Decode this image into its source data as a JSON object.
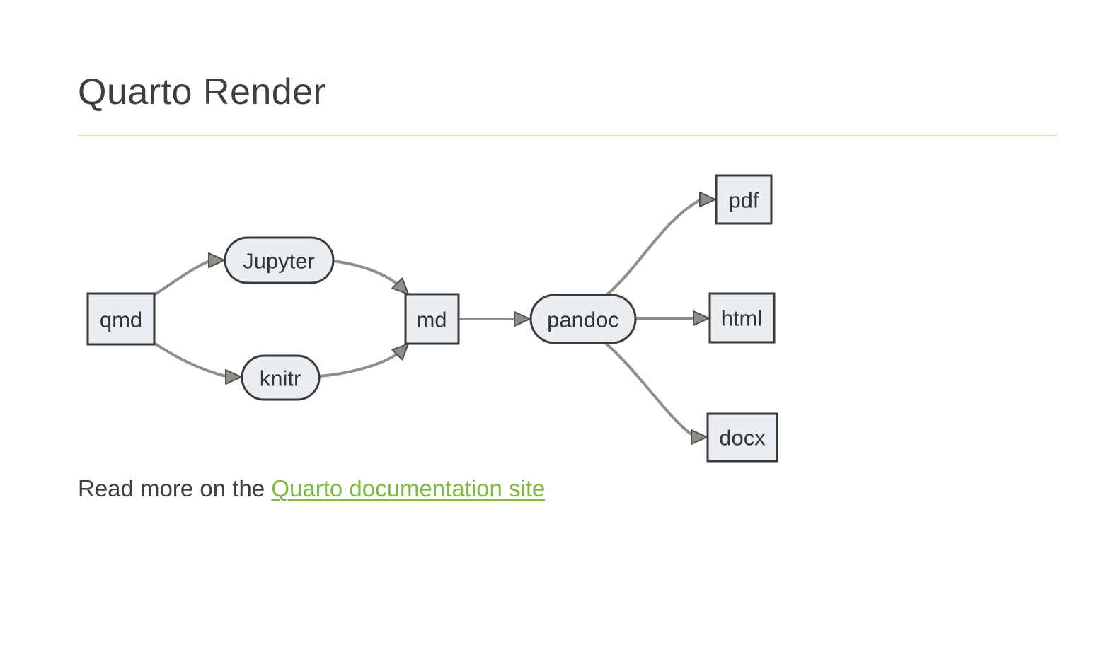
{
  "page": {
    "title": "Quarto Render"
  },
  "diagram": {
    "type": "flowchart",
    "direction": "left-to-right",
    "nodes": [
      {
        "id": "qmd",
        "label": "qmd",
        "shape": "rect"
      },
      {
        "id": "jupyter",
        "label": "Jupyter",
        "shape": "stadium"
      },
      {
        "id": "knitr",
        "label": "knitr",
        "shape": "stadium"
      },
      {
        "id": "md",
        "label": "md",
        "shape": "rect"
      },
      {
        "id": "pandoc",
        "label": "pandoc",
        "shape": "stadium"
      },
      {
        "id": "pdf",
        "label": "pdf",
        "shape": "rect"
      },
      {
        "id": "html",
        "label": "html",
        "shape": "rect"
      },
      {
        "id": "docx",
        "label": "docx",
        "shape": "rect"
      }
    ],
    "edges": [
      {
        "from": "qmd",
        "to": "jupyter"
      },
      {
        "from": "qmd",
        "to": "knitr"
      },
      {
        "from": "jupyter",
        "to": "md"
      },
      {
        "from": "knitr",
        "to": "md"
      },
      {
        "from": "md",
        "to": "pandoc"
      },
      {
        "from": "pandoc",
        "to": "pdf"
      },
      {
        "from": "pandoc",
        "to": "html"
      },
      {
        "from": "pandoc",
        "to": "docx"
      }
    ]
  },
  "footer": {
    "prefix": "Read more on the ",
    "link_label": "Quarto documentation site"
  },
  "colors": {
    "background": "#ffffff",
    "heading_text": "#3e3e3b",
    "title_rule": "#dfd6c8",
    "node_fill": "#eaedf2",
    "node_border": "#3a3a3a",
    "node_text": "#333333",
    "edge": "#908e86",
    "arrowhead_fill": "#8f8d86",
    "arrowhead_border": "#52504b",
    "link_green": "#7cba45"
  }
}
